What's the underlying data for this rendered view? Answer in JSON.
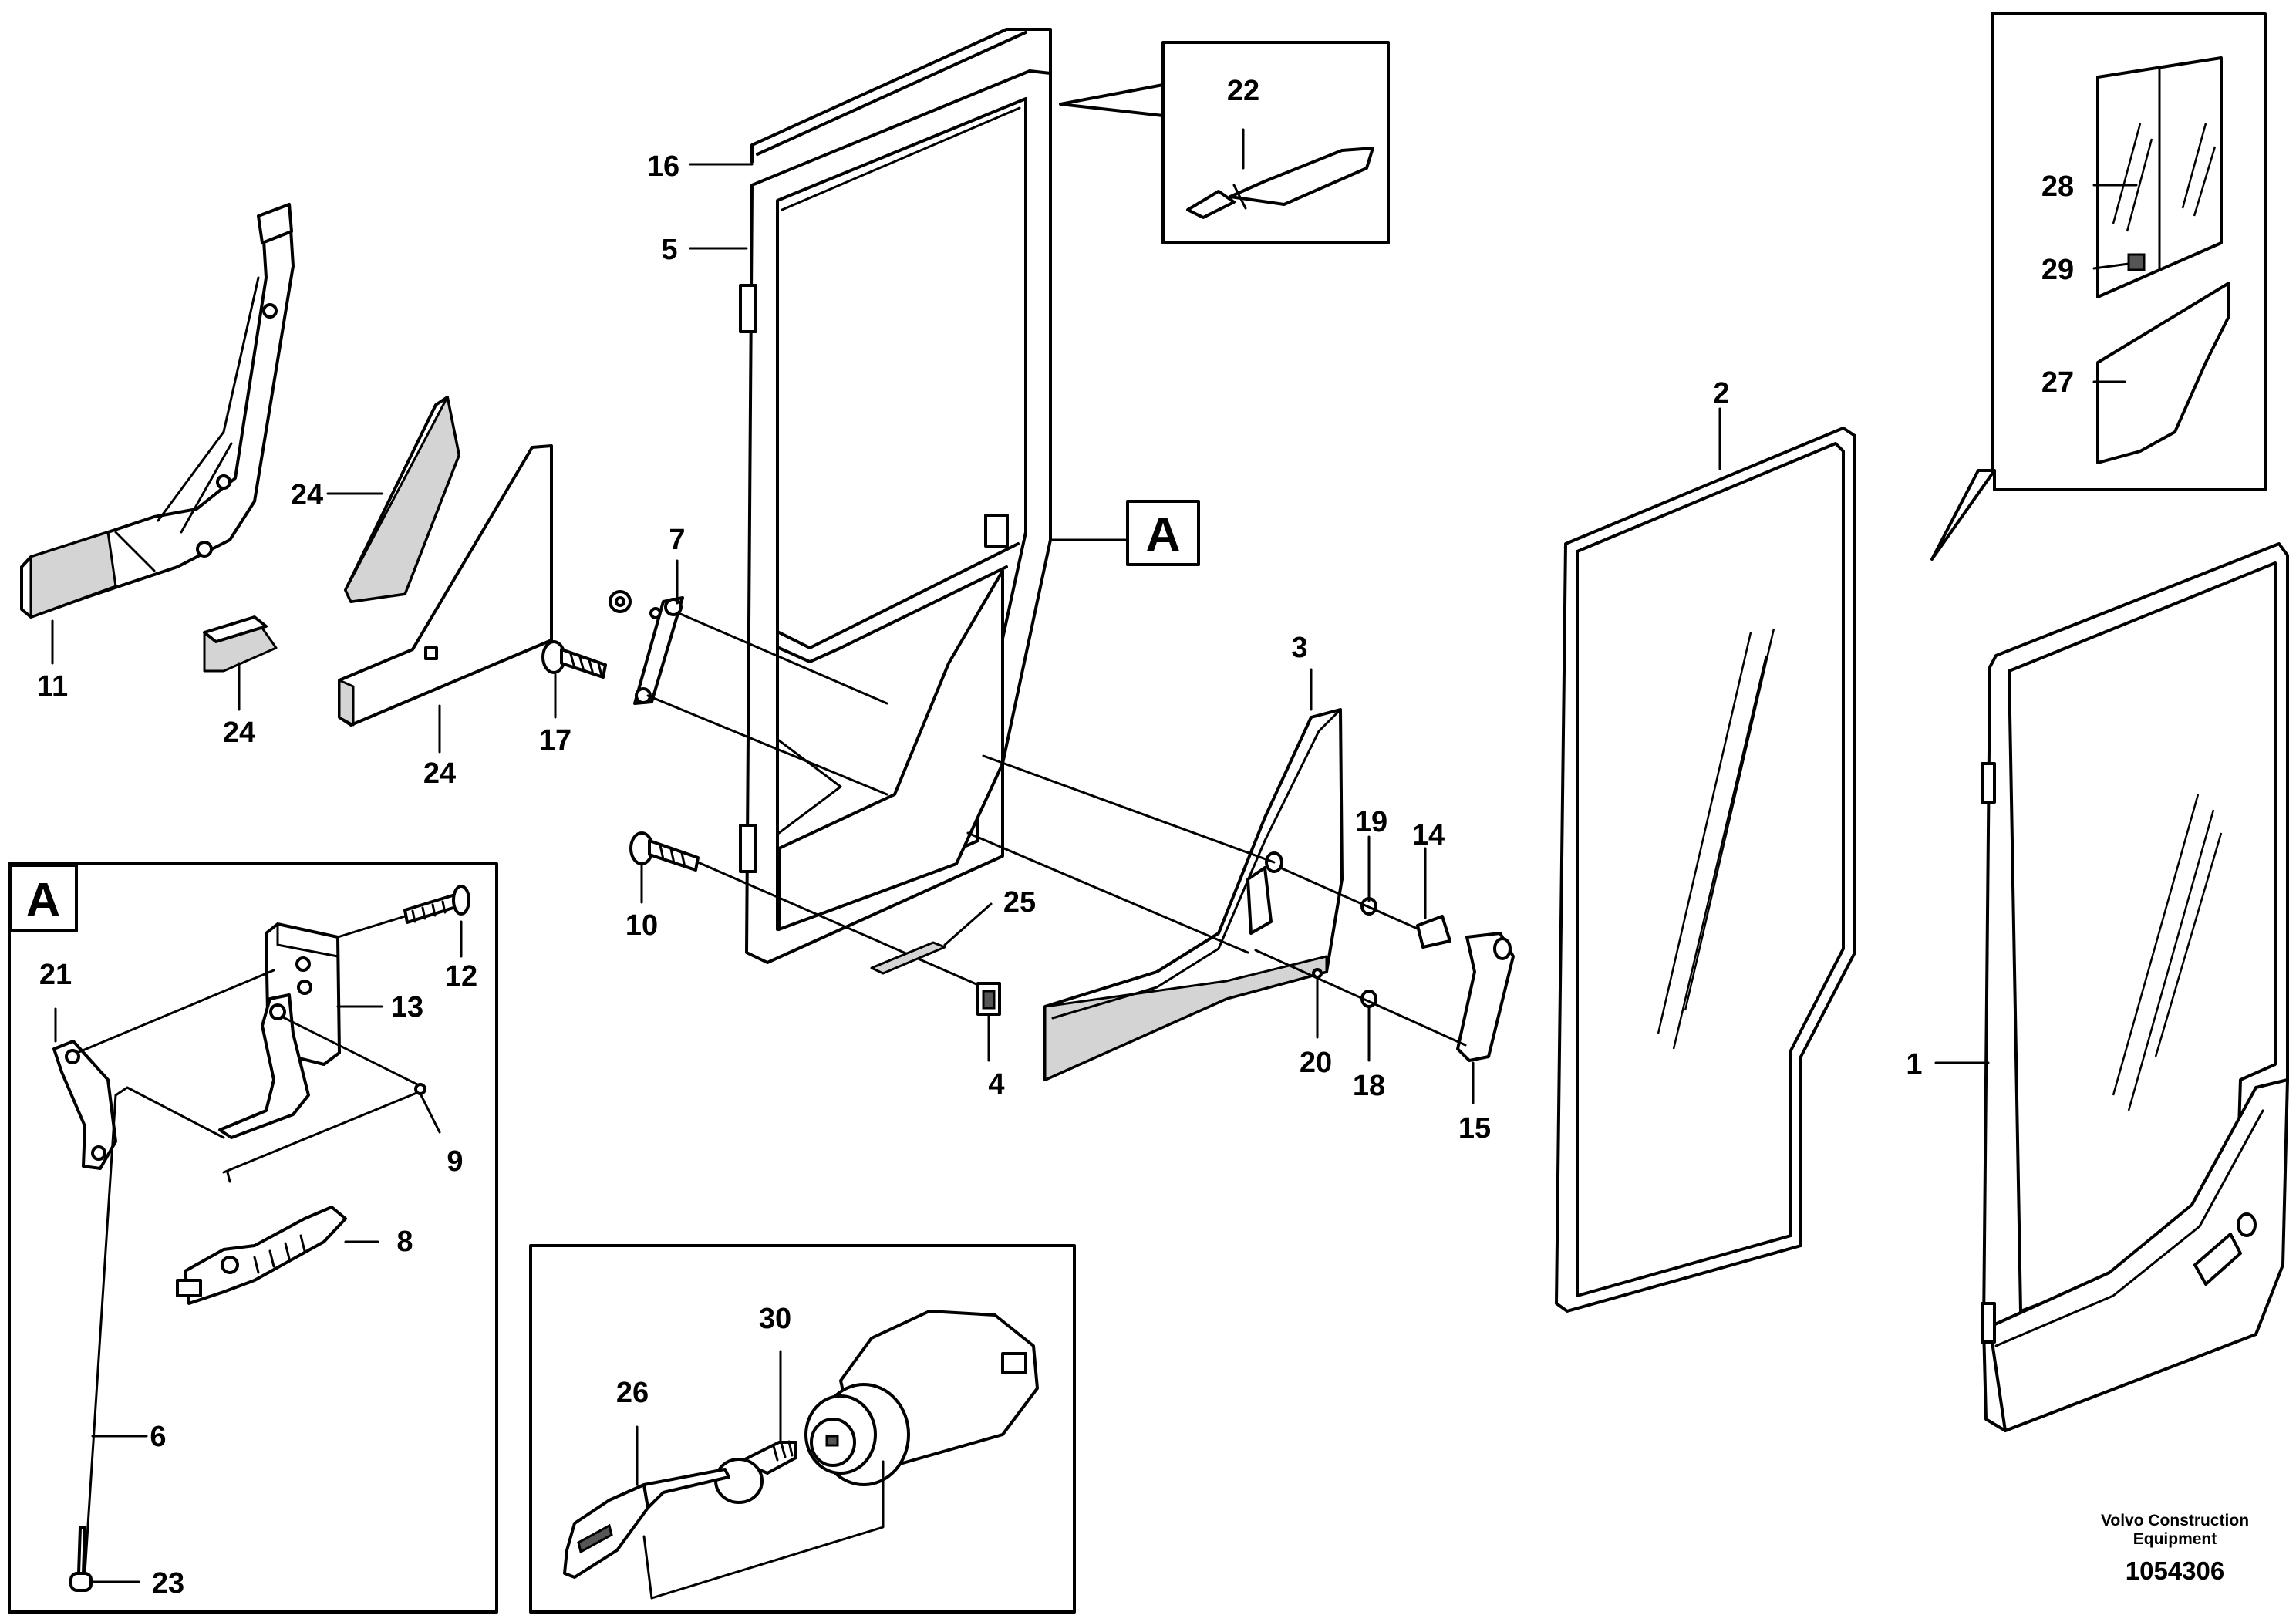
{
  "labels": {
    "p1": "1",
    "p2": "2",
    "p3": "3",
    "p4": "4",
    "p5": "5",
    "p6": "6",
    "p7": "7",
    "p8": "8",
    "p9": "9",
    "p10": "10",
    "p11": "11",
    "p12": "12",
    "p13": "13",
    "p14": "14",
    "p15": "15",
    "p16": "16",
    "p17": "17",
    "p18": "18",
    "p19": "19",
    "p20": "20",
    "p21": "21",
    "p22": "22",
    "p23": "23",
    "p24a": "24",
    "p24b": "24",
    "p24c": "24",
    "p25": "25",
    "p26": "26",
    "p27": "27",
    "p28": "28",
    "p29": "29",
    "p30": "30"
  },
  "callouts": {
    "detail_a_ref": "A",
    "detail_a_box": "A"
  },
  "caption": {
    "line1": "Volvo Construction",
    "line2": "Equipment",
    "number": "1054306"
  }
}
